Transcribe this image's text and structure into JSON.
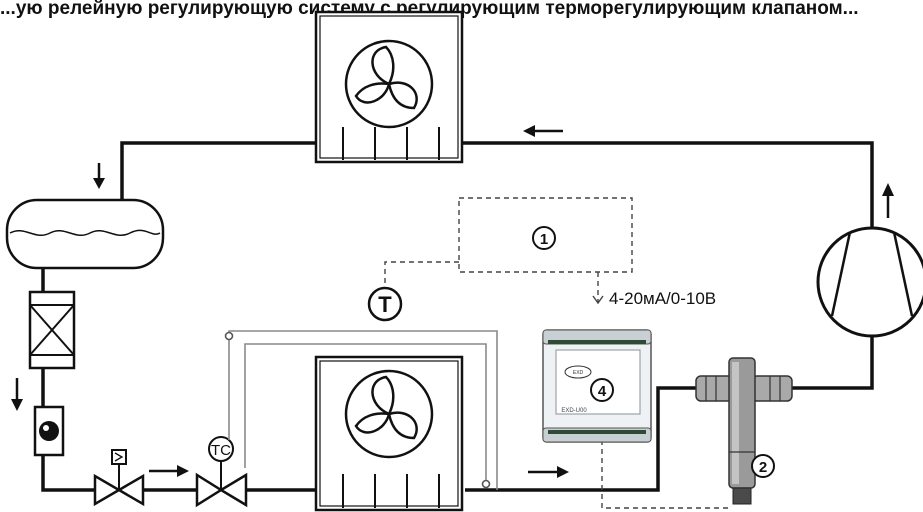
{
  "header": {
    "caption": "...ую релейную регулирующую систему с регулирующим терморегулирующим клапаном..."
  },
  "markers": {
    "m1": "1",
    "m2": "2",
    "m4": "4",
    "sensor_t": "T",
    "valve_tc": "TC"
  },
  "signal_label": "4-20мА/0-10В",
  "controller_model": "EXD-U00",
  "controller_logo": "EXD",
  "colors": {
    "pipe": "#111111",
    "signal": "#444444",
    "tube": "#8a8a8a",
    "device_fill": "#eef2f4",
    "device_dark": "#2f4a36",
    "valve_body": "#9a9a9a"
  },
  "icons": [
    "fan-icon",
    "compressor-icon",
    "receiver-tank-icon",
    "filter-drier-icon",
    "sight-glass-icon",
    "solenoid-valve-icon",
    "expansion-valve-icon",
    "flow-arrow-icon"
  ]
}
